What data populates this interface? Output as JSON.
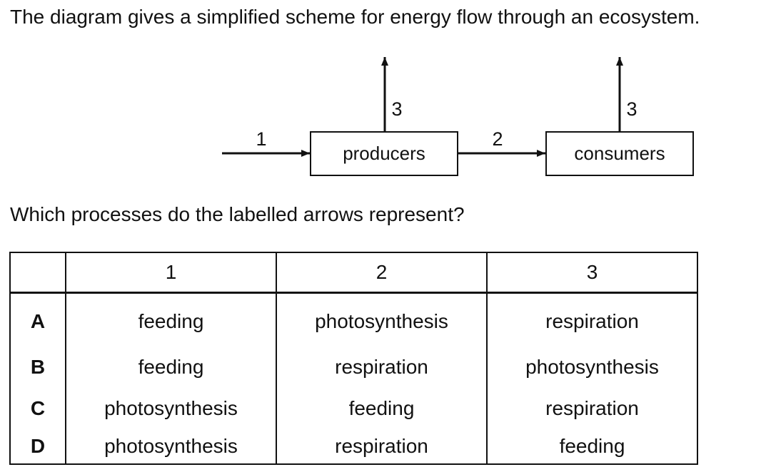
{
  "intro_text": "The diagram gives a simplified scheme for energy flow through an ecosystem.",
  "diagram": {
    "nodes": [
      {
        "id": "producers",
        "label": "producers"
      },
      {
        "id": "consumers",
        "label": "consumers"
      }
    ],
    "edges": [
      {
        "from": null,
        "to": "producers",
        "label": "1"
      },
      {
        "from": "producers",
        "to": "consumers",
        "label": "2"
      },
      {
        "from": "producers",
        "to": null,
        "label": "3"
      },
      {
        "from": "consumers",
        "to": null,
        "label": "3"
      }
    ]
  },
  "question_text": "Which processes do the labelled arrows represent?",
  "table": {
    "headers": [
      "",
      "1",
      "2",
      "3"
    ],
    "rows": [
      {
        "option": "A",
        "cells": [
          "feeding",
          "photosynthesis",
          "respiration"
        ]
      },
      {
        "option": "B",
        "cells": [
          "feeding",
          "respiration",
          "photosynthesis"
        ]
      },
      {
        "option": "C",
        "cells": [
          "photosynthesis",
          "feeding",
          "respiration"
        ]
      },
      {
        "option": "D",
        "cells": [
          "photosynthesis",
          "respiration",
          "feeding"
        ]
      }
    ]
  }
}
